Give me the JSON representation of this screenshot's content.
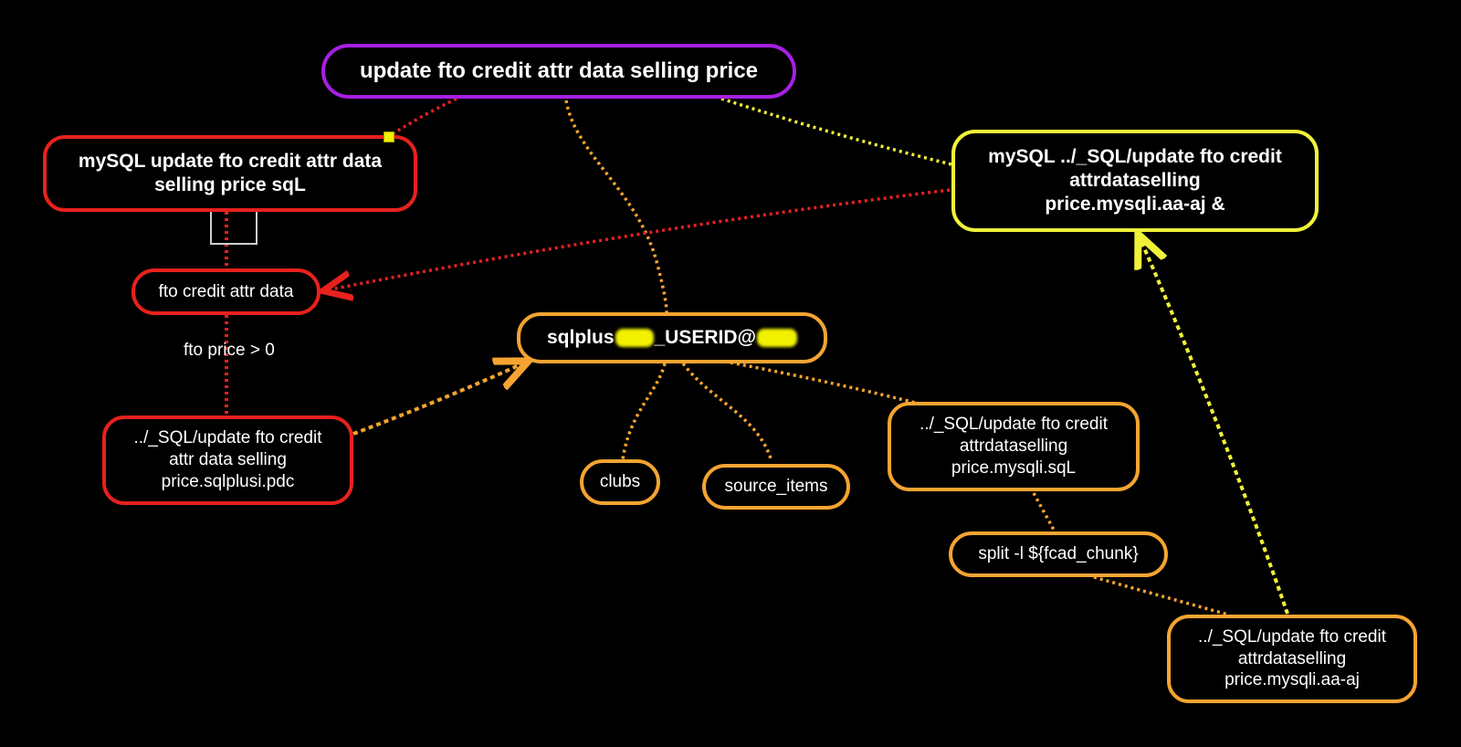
{
  "nodes": {
    "root": "update fto credit attr data selling price",
    "mysql_sql": "mySQL update fto credit attr data\nselling price sqL",
    "fto_credit": "fto credit attr data",
    "sqlplusi_pdc": "../_SQL/update fto credit\nattr data selling\nprice.sqlplusi.pdc",
    "sqlplus_prefix": "sqlplus",
    "sqlplus_mid": "_USERID@",
    "clubs": "clubs",
    "source_items": "source_items",
    "mysqli_sql": "../_SQL/update fto credit\nattrdataselling\nprice.mysqli.sqL",
    "split": "split -l ${fcad_chunk}",
    "mysqli_aa_aj": "../_SQL/update fto credit\nattrdataselling\nprice.mysqli.aa-aj",
    "mysql_run": "mySQL ../_SQL/update fto credit\nattrdataselling\nprice.mysqli.aa-aj &"
  },
  "edge_labels": {
    "fto_price": "fto price > 0"
  },
  "colors": {
    "background": "#000000",
    "purple": "#a81fe5",
    "red": "#e8211d",
    "yellow": "#f0f23a",
    "orange": "#f5a431",
    "redaction": "#f2f200"
  }
}
